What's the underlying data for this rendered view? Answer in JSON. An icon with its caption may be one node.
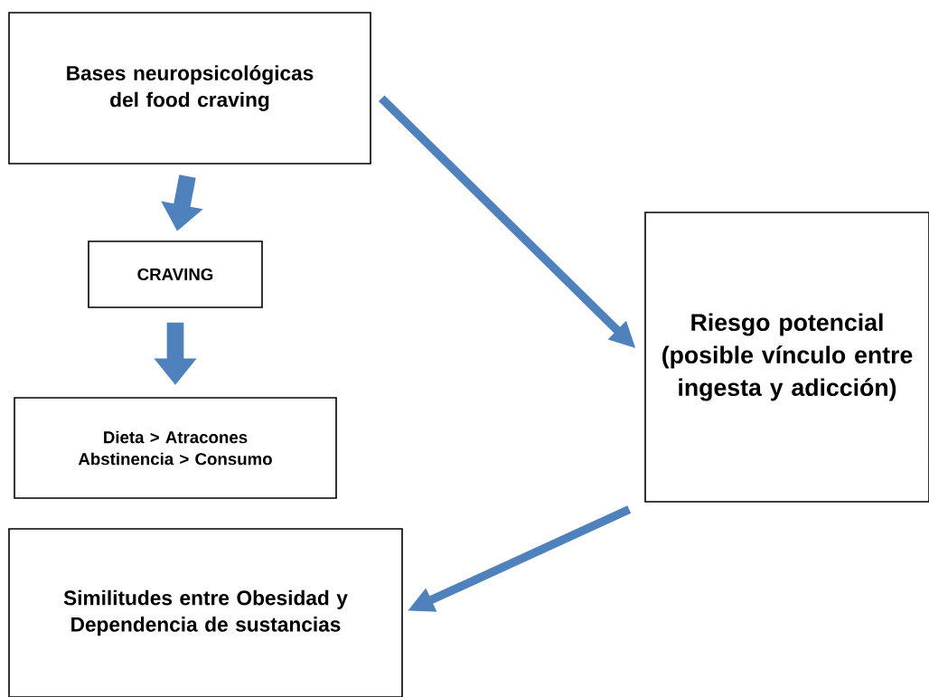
{
  "diagram": {
    "nodes": [
      {
        "text": [
          "Bases neuropsicológicas del food craving"
        ]
      },
      {
        "text": [
          "CRAVING"
        ]
      },
      {
        "text": [
          "Dieta > Atracones Abstinencia > Consumo"
        ]
      },
      {
        "text": [
          "Riesgo potencial (posible vínculo entre ingesta y adicción)"
        ]
      },
      {
        "text": [
          "Similitudes entre Obesidad y Dependencia de sustancias"
        ]
      }
    ],
    "edges": [
      {
        "from": 0,
        "to": 1,
        "arrow": "to",
        "style": "thick"
      },
      {
        "from": 1,
        "to": 2,
        "arrow": "to",
        "style": "thick"
      },
      {
        "from": 0,
        "to": 3,
        "arrow": "to"
      },
      {
        "from": 3,
        "to": 4,
        "arrow": "to"
      }
    ]
  }
}
